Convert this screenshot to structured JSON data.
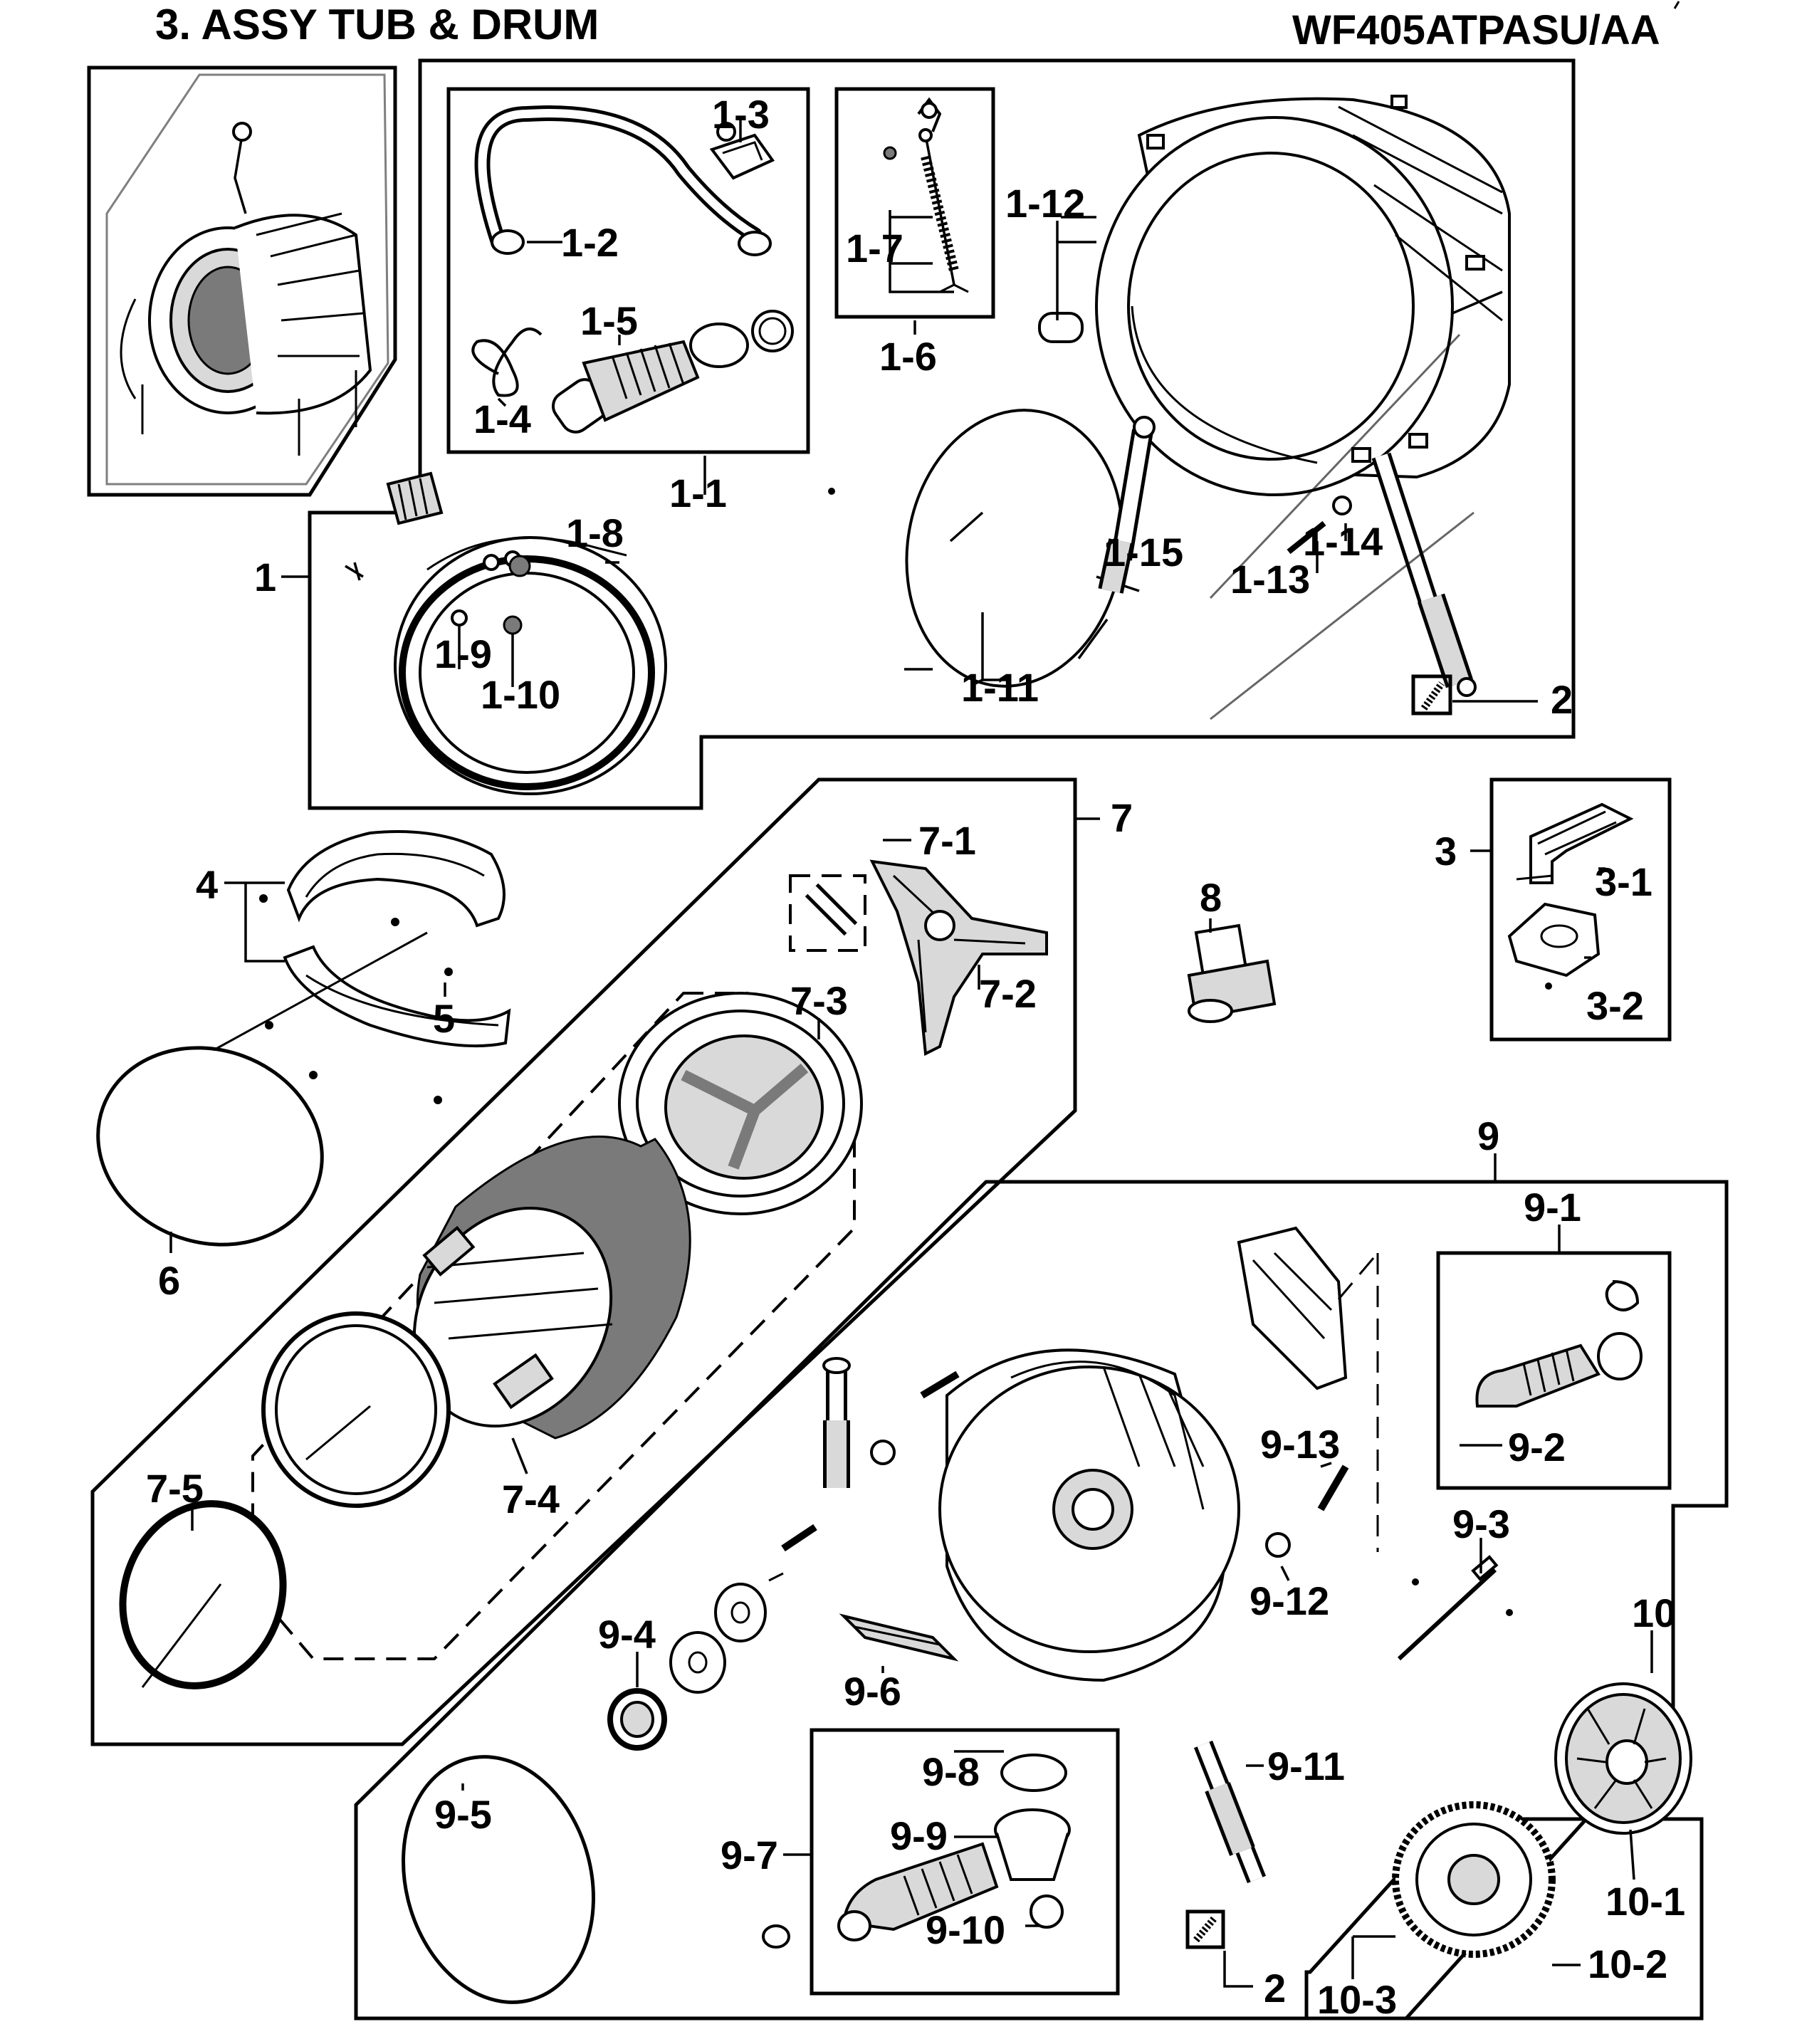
{
  "header": {
    "title": "3. ASSY  TUB & DRUM",
    "model": "WF405ATPASU/AA"
  },
  "labels": {
    "l1": "1",
    "l1_1": "1-1",
    "l1_2": "1-2",
    "l1_3": "1-3",
    "l1_4": "1-4",
    "l1_5": "1-5",
    "l1_6": "1-6",
    "l1_7": "1-7",
    "l1_8": "1-8",
    "l1_9": "1-9",
    "l1_10": "1-10",
    "l1_11": "1-11",
    "l1_12": "1-12",
    "l1_13": "1-13",
    "l1_14": "1-14",
    "l1_15": "1-15",
    "l2a": "2",
    "l2b": "2",
    "l3": "3",
    "l3_1": "3-1",
    "l3_2": "3-2",
    "l4": "4",
    "l5": "5",
    "l6": "6",
    "l7": "7",
    "l7_1": "7-1",
    "l7_2": "7-2",
    "l7_3": "7-3",
    "l7_4": "7-4",
    "l7_5": "7-5",
    "l8": "8",
    "l9": "9",
    "l9_1": "9-1",
    "l9_2": "9-2",
    "l9_3": "9-3",
    "l9_4": "9-4",
    "l9_5": "9-5",
    "l9_6": "9-6",
    "l9_7": "9-7",
    "l9_8": "9-8",
    "l9_9": "9-9",
    "l9_10": "9-10",
    "l9_11": "9-11",
    "l9_12": "9-12",
    "l9_13": "9-13",
    "l10": "10",
    "l10_1": "10-1",
    "l10_2": "10-2",
    "l10_3": "10-3"
  }
}
